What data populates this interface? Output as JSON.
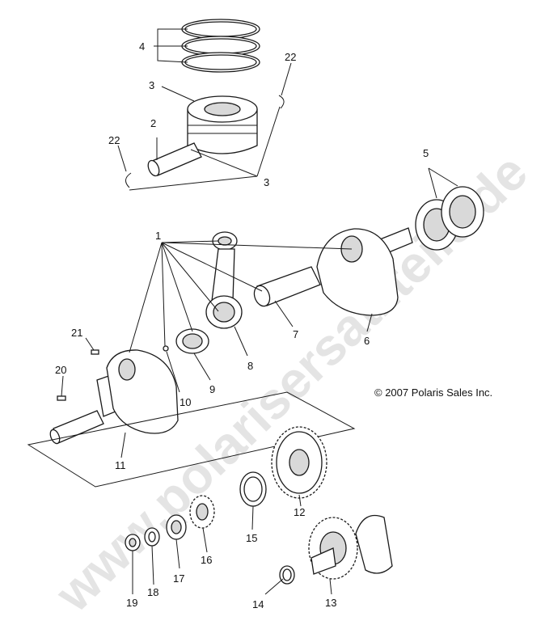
{
  "copyright": "© 2007 Polaris Sales Inc.",
  "watermark": "www.polarisersatzteile.de",
  "labels": {
    "l1": "1",
    "l2": "2",
    "l3a": "3",
    "l3b": "3",
    "l4": "4",
    "l5": "5",
    "l6": "6",
    "l7": "7",
    "l8": "8",
    "l9": "9",
    "l10": "10",
    "l11": "11",
    "l12": "12",
    "l13": "13",
    "l14": "14",
    "l15": "15",
    "l16": "16",
    "l17": "17",
    "l18": "18",
    "l19": "19",
    "l20": "20",
    "l21": "21",
    "l22a": "22",
    "l22b": "22"
  }
}
